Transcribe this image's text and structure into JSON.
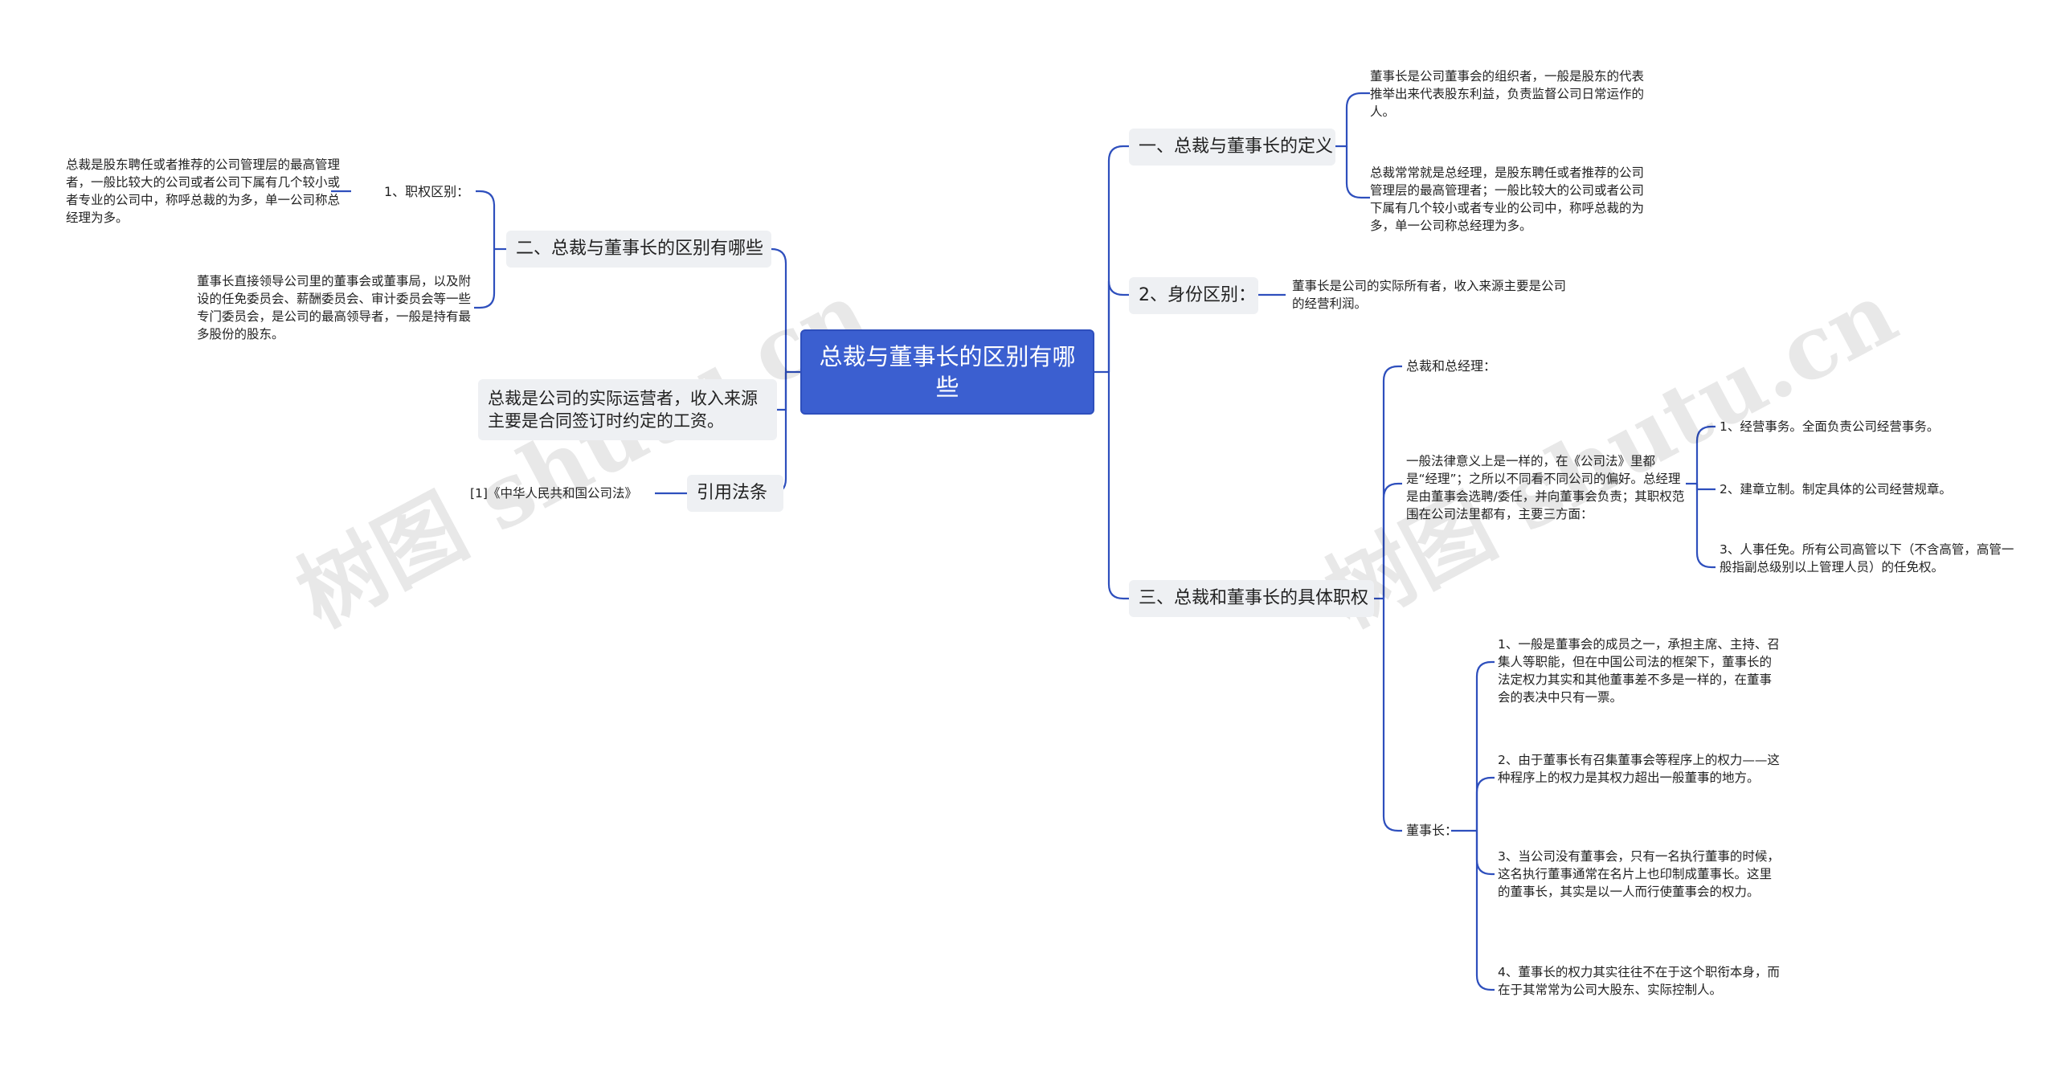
{
  "root": {
    "title": "总裁与董事长的区别有哪些"
  },
  "colors": {
    "root_fill": "#3b5fd0",
    "topic_fill": "#eef0f3",
    "connector": "#2e4fbd"
  },
  "watermark": {
    "text": "树图 shutu.cn"
  },
  "right": {
    "b1": {
      "label": "一、总裁与董事长的定义",
      "leaves": [
        "董事长是公司董事会的组织者，一般是股东的代表推举出来代表股东利益，负责监督公司日常运作的人。",
        "总裁常常就是总经理，是股东聘任或者推荐的公司管理层的最高管理者；一般比较大的公司或者公司下属有几个较小或者专业的公司中，称呼总裁的为多，单一公司称总经理为多。"
      ]
    },
    "b2": {
      "label": "2、身份区别：",
      "leaf": "董事长是公司的实际所有者，收入来源主要是公司的经营利润。"
    },
    "b3": {
      "label": "三、总裁和董事长的具体职权",
      "ceo_label": "总裁和总经理：",
      "ceo_text": "一般法律意义上是一样的，在《公司法》里都是“经理”；之所以不同看不同公司的偏好。总经理是由董事会选聘/委任，并向董事会负责；其职权范围在公司法里都有，主要三方面：",
      "ceo_items": [
        "1、经营事务。全面负责公司经营事务。",
        "2、建章立制。制定具体的公司经营规章。",
        "3、人事任免。所有公司高管以下（不含高管，高管一般指副总级别以上管理人员）的任免权。"
      ],
      "chair_label": "董事长：",
      "chair_items": [
        "1、一般是董事会的成员之一，承担主席、主持、召集人等职能，但在中国公司法的框架下，董事长的法定权力其实和其他董事差不多是一样的，在董事会的表决中只有一票。",
        "2、由于董事长有召集董事会等程序上的权力——这种程序上的权力是其权力超出一般董事的地方。",
        "3、当公司没有董事会，只有一名执行董事的时候，这名执行董事通常在名片上也印制成董事长。这里的董事长，其实是以一人而行使董事会的权力。",
        "4、董事长的权力其实往往不在于这个职衔本身，而在于其常常为公司大股东、实际控制人。"
      ]
    }
  },
  "left": {
    "b1": {
      "label": "二、总裁与董事长的区别有哪些",
      "sub_label": "1、职权区别：",
      "leaves": [
        "总裁是股东聘任或者推荐的公司管理层的最高管理者，一般比较大的公司或者公司下属有几个较小或者专业的公司中，称呼总裁的为多，单一公司称总经理为多。",
        "董事长直接领导公司里的董事会或董事局，以及附设的任免委员会、薪酬委员会、审计委员会等一些专门委员会，是公司的最高领导者，一般是持有最多股份的股东。"
      ]
    },
    "b2": {
      "label": "总裁是公司的实际运营者，收入来源主要是合同签订时约定的工资。"
    },
    "b3": {
      "label": "引用法条",
      "leaf": "[1]《中华人民共和国公司法》"
    }
  }
}
